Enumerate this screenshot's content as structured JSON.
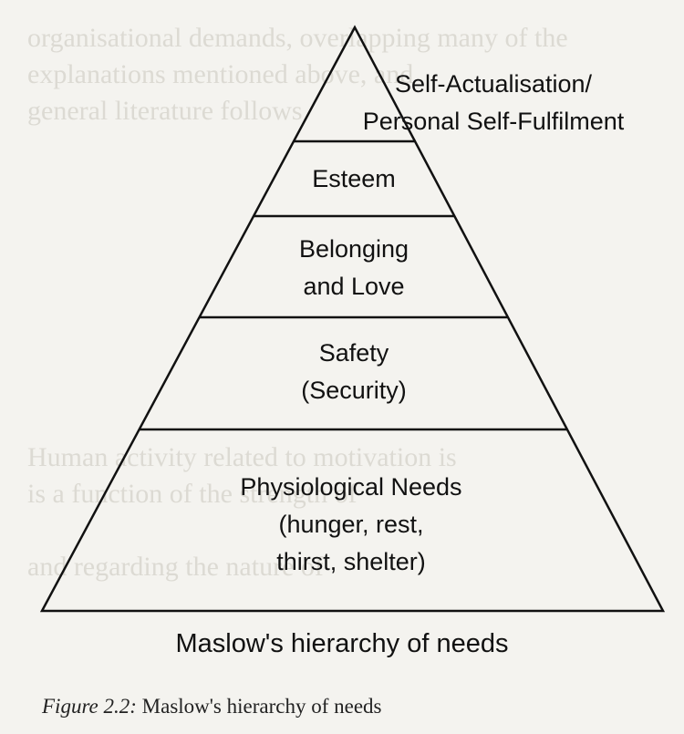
{
  "tiers": [
    {
      "lines": [
        "Self-Actualisation/",
        "Personal Self-Fulfilment"
      ]
    },
    {
      "lines": [
        "Esteem"
      ]
    },
    {
      "lines": [
        "Belonging",
        "and Love"
      ]
    },
    {
      "lines": [
        "Safety",
        "(Security)"
      ]
    },
    {
      "lines": [
        "Physiological Needs",
        "(hunger, rest,",
        "thirst, shelter)"
      ]
    }
  ],
  "diagram_caption": "Maslow's hierarchy of needs",
  "figure_caption": {
    "label": "Figure 2.2:",
    "text": "Maslow's hierarchy of needs"
  },
  "colors": {
    "background": "#f4f3ef",
    "ink": "#111111",
    "bleed_through": "#dcdad3"
  }
}
